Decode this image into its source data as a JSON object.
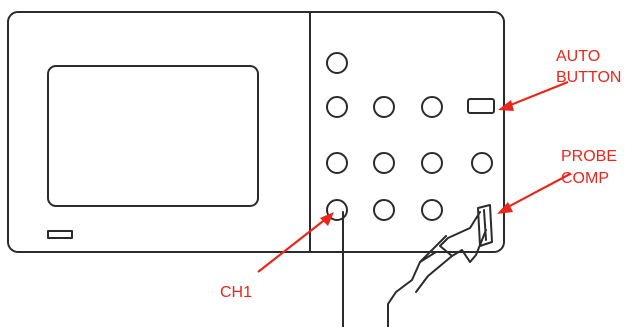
{
  "labels": {
    "auto_button_line1": "AUTO",
    "auto_button_line2": "BUTTON",
    "probe_comp_line1": "PROBE",
    "probe_comp_line2": "COMP",
    "ch1": "CH1"
  },
  "colors": {
    "outline": "#2b2b2b",
    "annotation": "#e8261c",
    "background": "#ffffff"
  }
}
